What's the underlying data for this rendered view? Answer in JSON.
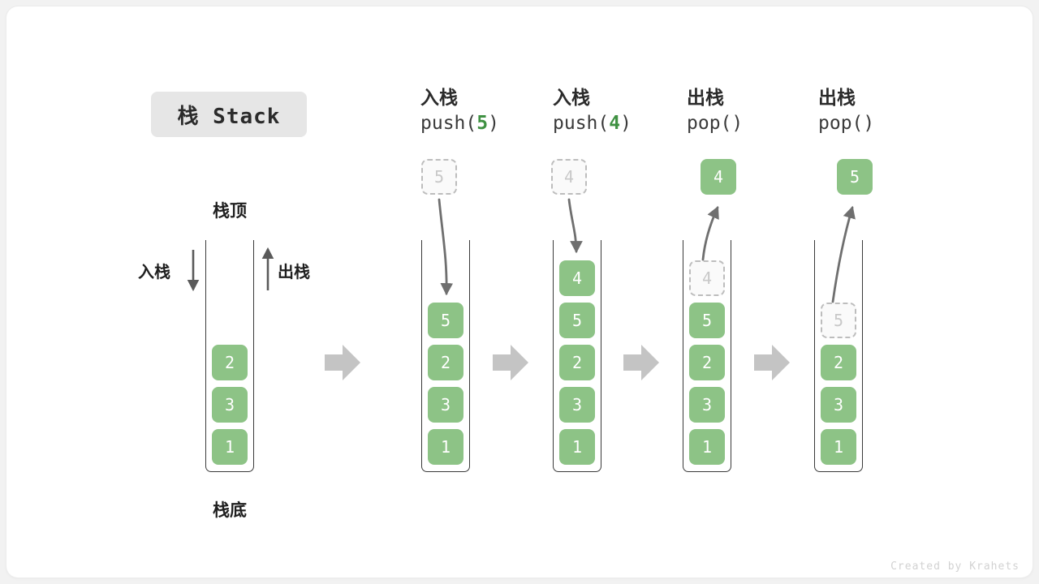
{
  "footer": {
    "credit": "Created by Krahets"
  },
  "title": {
    "badge": "栈 Stack"
  },
  "colors": {
    "element_green": "#8dc386",
    "ghost_border": "#bdbdbd",
    "ghost_text": "#c8c8c8",
    "arrow_gray": "#6f6f6f",
    "step_arrow_gray": "#c4c4c4",
    "badge_bg": "#e6e6e6",
    "tube_stroke": "#3a3a3a",
    "accent_text_green": "#3f9142"
  },
  "annotations": {
    "top_label": "栈顶",
    "bottom_label": "栈底",
    "push_label": "入栈",
    "pop_label": "出栈"
  },
  "stages": [
    {
      "id": "initial",
      "head_line1": "",
      "head_line2": "",
      "head_arg": "",
      "cells": [
        {
          "value": "2",
          "state": "solid"
        },
        {
          "value": "3",
          "state": "solid"
        },
        {
          "value": "1",
          "state": "solid"
        }
      ],
      "floating": null
    },
    {
      "id": "push-5",
      "head_line1": "入栈",
      "head_line2_prefix": "push(",
      "head_arg": "5",
      "head_line2_suffix": ")",
      "cells": [
        {
          "value": "5",
          "state": "solid"
        },
        {
          "value": "2",
          "state": "solid"
        },
        {
          "value": "3",
          "state": "solid"
        },
        {
          "value": "1",
          "state": "solid"
        }
      ],
      "floating": {
        "value": "5",
        "state": "ghost"
      }
    },
    {
      "id": "push-4",
      "head_line1": "入栈",
      "head_line2_prefix": "push(",
      "head_arg": "4",
      "head_line2_suffix": ")",
      "cells": [
        {
          "value": "4",
          "state": "solid"
        },
        {
          "value": "5",
          "state": "solid"
        },
        {
          "value": "2",
          "state": "solid"
        },
        {
          "value": "3",
          "state": "solid"
        },
        {
          "value": "1",
          "state": "solid"
        }
      ],
      "floating": {
        "value": "4",
        "state": "ghost"
      }
    },
    {
      "id": "pop-4",
      "head_line1": "出栈",
      "head_line2_prefix": "pop(",
      "head_arg": "",
      "head_line2_suffix": ")",
      "cells": [
        {
          "value": "4",
          "state": "ghost"
        },
        {
          "value": "5",
          "state": "solid"
        },
        {
          "value": "2",
          "state": "solid"
        },
        {
          "value": "3",
          "state": "solid"
        },
        {
          "value": "1",
          "state": "solid"
        }
      ],
      "floating": {
        "value": "4",
        "state": "solid"
      }
    },
    {
      "id": "pop-5",
      "head_line1": "出栈",
      "head_line2_prefix": "pop(",
      "head_arg": "",
      "head_line2_suffix": ")",
      "cells": [
        {
          "value": "5",
          "state": "ghost"
        },
        {
          "value": "2",
          "state": "solid"
        },
        {
          "value": "3",
          "state": "solid"
        },
        {
          "value": "1",
          "state": "solid"
        }
      ],
      "floating": {
        "value": "5",
        "state": "solid"
      }
    }
  ]
}
